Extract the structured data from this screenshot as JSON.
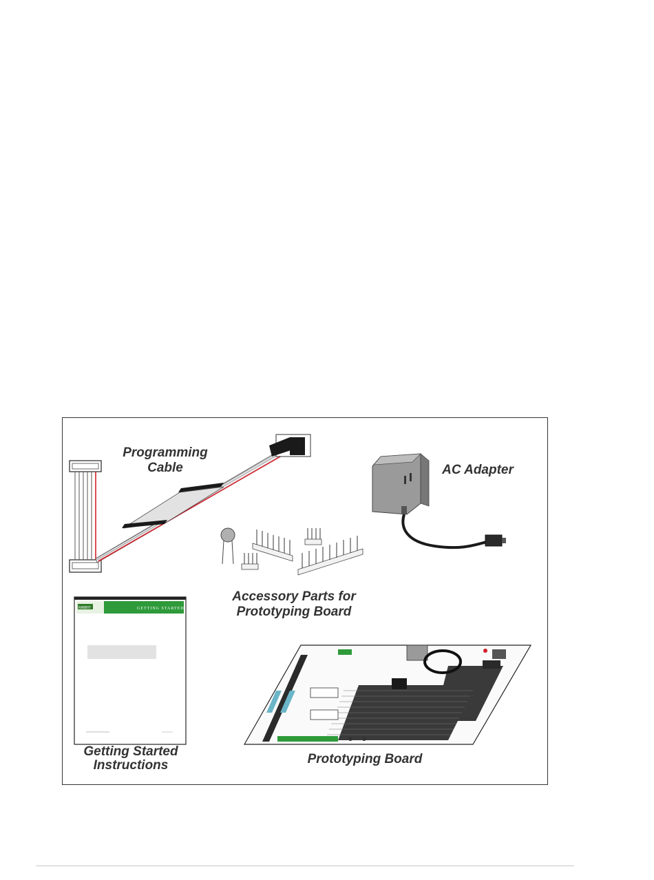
{
  "figure": {
    "labels": {
      "programming_cable": [
        "Programming",
        "Cable"
      ],
      "ac_adapter": "AC Adapter",
      "accessory_parts": [
        "Accessory Parts for",
        "Prototyping Board"
      ],
      "getting_started": [
        "Getting Started",
        "Instructions"
      ],
      "prototyping_board": "Prototyping Board"
    },
    "booklet": {
      "brand": "RABBIT",
      "banner_text": "GETTING STARTED"
    },
    "colors": {
      "caption": "#333333",
      "booklet_green": "#2e9a3a",
      "cable_red": "#d0202a",
      "adapter_gray": "#8a8a8a"
    }
  }
}
